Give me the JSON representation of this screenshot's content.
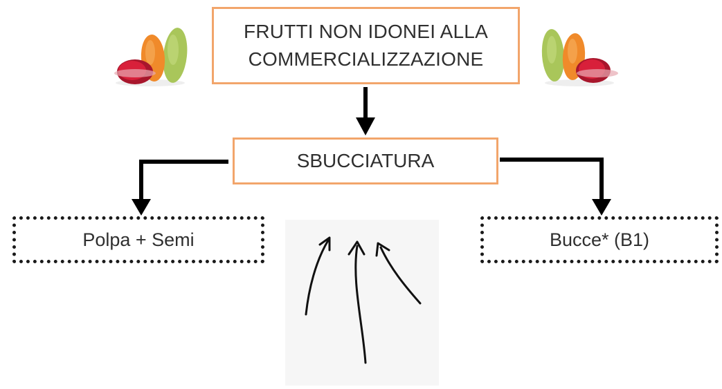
{
  "diagram": {
    "title_lines": [
      "FRUTTI NON IDONEI ALLA",
      "COMMERCIALIZZAZIONE"
    ],
    "process_step": "SBUCCIATURA",
    "output_left": "Polpa + Semi",
    "output_right": "Bucce* (B1)"
  },
  "icons": {
    "fruit_left": "prickly-pear-fruits-icon",
    "fruit_right": "prickly-pear-fruits-icon",
    "sketch": "hand-drawn-arrows-icon"
  },
  "colors": {
    "box_border": "#f2a56b",
    "arrow": "#000000",
    "text": "#2f2f2f",
    "dotted_border": "#1a1a1a"
  }
}
